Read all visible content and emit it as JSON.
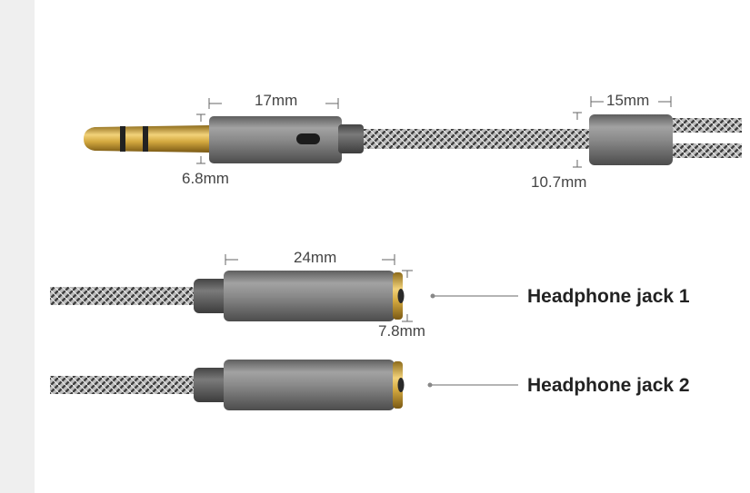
{
  "colors": {
    "background": "#ffffff",
    "side_panel": "#efefef",
    "housing_light": "#8d8d8d",
    "housing_dark": "#5f5f5f",
    "gold": "#d4b04a",
    "cable_light": "#c9c9c9",
    "cable_dark": "#4a4a4a"
  },
  "plug": {
    "length_label": "17mm",
    "diameter_label": "6.8mm"
  },
  "splitter": {
    "length_label": "15mm",
    "height_label": "10.7mm"
  },
  "jacks": [
    {
      "label": "Headphone jack 1",
      "length_label": "24mm",
      "diameter_label": "7.8mm"
    },
    {
      "label": "Headphone jack 2"
    }
  ]
}
